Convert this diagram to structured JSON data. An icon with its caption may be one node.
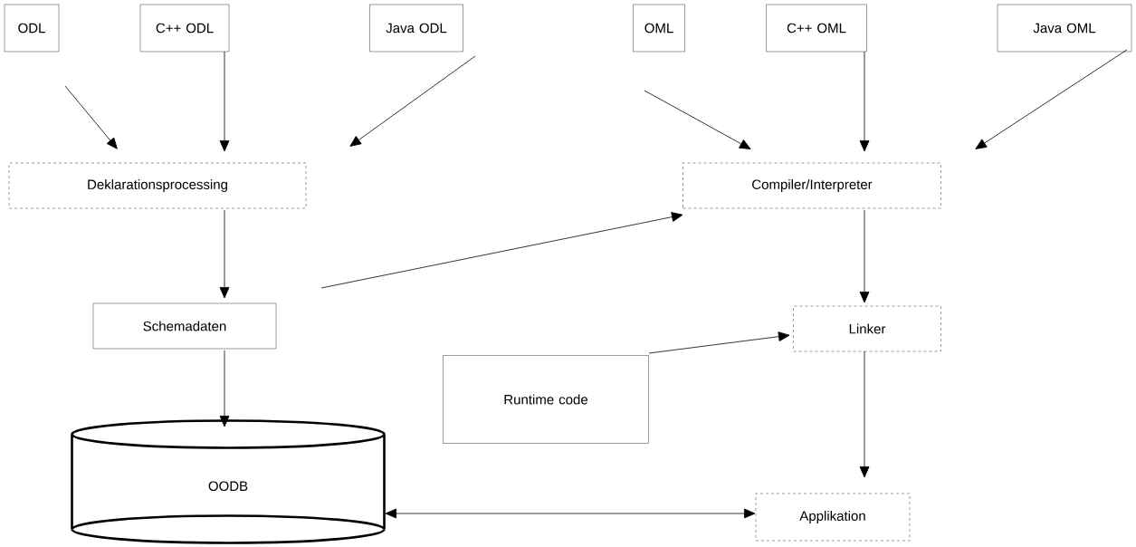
{
  "diagram": {
    "nodes": [
      {
        "text": [
          "ODL"
        ]
      },
      {
        "text": [
          "C++ ODL"
        ]
      },
      {
        "text": [
          "Java ODL"
        ]
      },
      {
        "text": [
          "OML"
        ]
      },
      {
        "text": [
          "C++ OML"
        ]
      },
      {
        "text": [
          "Java OML"
        ]
      },
      {
        "text": [
          "Deklarationsprocessing"
        ]
      },
      {
        "text": [
          "Compiler/Interpreter"
        ]
      },
      {
        "text": [
          "Schemadaten"
        ]
      },
      {
        "text": [
          "Linker"
        ]
      },
      {
        "text": [
          "Runtime code"
        ]
      },
      {
        "text": [
          "OODB"
        ]
      },
      {
        "text": [
          "Applikation"
        ]
      }
    ],
    "edges": [
      {
        "from": 0,
        "to": 6,
        "arrow": "to"
      },
      {
        "from": 1,
        "to": 6,
        "arrow": "to"
      },
      {
        "from": 2,
        "to": 6,
        "arrow": "to"
      },
      {
        "from": 6,
        "to": 8,
        "arrow": "to"
      },
      {
        "from": 8,
        "to": 7,
        "arrow": "to"
      },
      {
        "from": 8,
        "to": 11,
        "arrow": "to"
      },
      {
        "from": 3,
        "to": 7,
        "arrow": "to"
      },
      {
        "from": 4,
        "to": 7,
        "arrow": "to"
      },
      {
        "from": 5,
        "to": 7,
        "arrow": "to"
      },
      {
        "from": 7,
        "to": 9,
        "arrow": "to"
      },
      {
        "from": 10,
        "to": 9,
        "arrow": "to"
      },
      {
        "from": 9,
        "to": 12,
        "arrow": "to"
      },
      {
        "from": 11,
        "to": 12,
        "arrow": "both"
      }
    ]
  }
}
